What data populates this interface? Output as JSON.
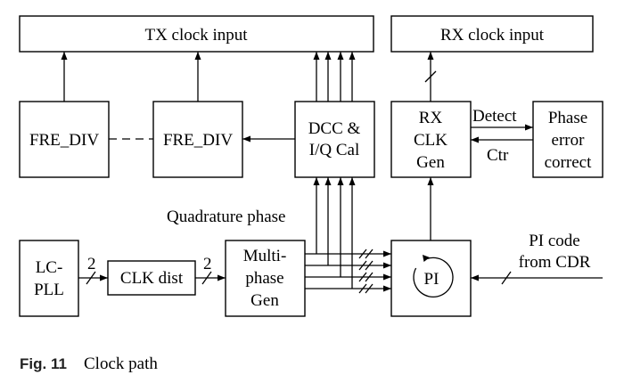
{
  "blocks": {
    "tx_clock_input": "TX clock input",
    "rx_clock_input": "RX clock input",
    "fre_div_left": "FRE_DIV",
    "fre_div_right": "FRE_DIV",
    "dcc_iq_cal": [
      "DCC &",
      "I/Q Cal"
    ],
    "rx_clk_gen": [
      "RX",
      "CLK",
      "Gen"
    ],
    "phase_error_correct": [
      "Phase",
      "error",
      "correct"
    ],
    "lc_pll": [
      "LC-",
      "PLL"
    ],
    "clk_dist": "CLK dist",
    "multiphase_gen": [
      "Multi-",
      "phase",
      "Gen"
    ],
    "pi": "PI"
  },
  "labels": {
    "quadrature_phase": "Quadrature phase",
    "detect": "Detect",
    "ctr": "Ctr",
    "pi_code": [
      "PI code",
      "from CDR"
    ],
    "bus_width_1": "2",
    "bus_width_2": "2"
  },
  "caption": {
    "label": "Fig. 11",
    "text": "Clock path"
  }
}
